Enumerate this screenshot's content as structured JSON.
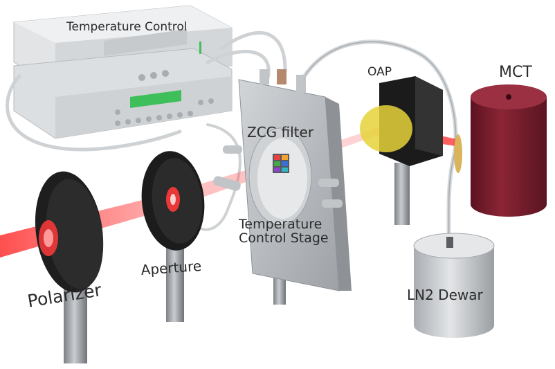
{
  "labels": {
    "temperature_control": "Temperature Control",
    "zcg_filter": "ZCG filter",
    "temperature_control_stage_line1": "Temperature",
    "temperature_control_stage_line2": "Control Stage",
    "oap": "OAP",
    "mct": "MCT",
    "aperture": "Aperture",
    "polarizer": "Polarizer",
    "ln2_dewar": "LN2 Dewar"
  },
  "colors": {
    "laser_beam": "#ff2a2a",
    "controller_body": "#d8dbdd",
    "controller_display": "#3fbf5a",
    "stage_metal": "#b9bdc1",
    "optic_mount": "#1c1c1c",
    "post": "#9a9ea3",
    "oap_mirror": "#e6d23a",
    "mct_detector": "#7a1e2c",
    "dewar": "#c9cccf",
    "filter_pixels": [
      "#e94040",
      "#f2a32e",
      "#4aa84a",
      "#3a6fd8",
      "#8b45c4",
      "#2fb6c0"
    ]
  }
}
